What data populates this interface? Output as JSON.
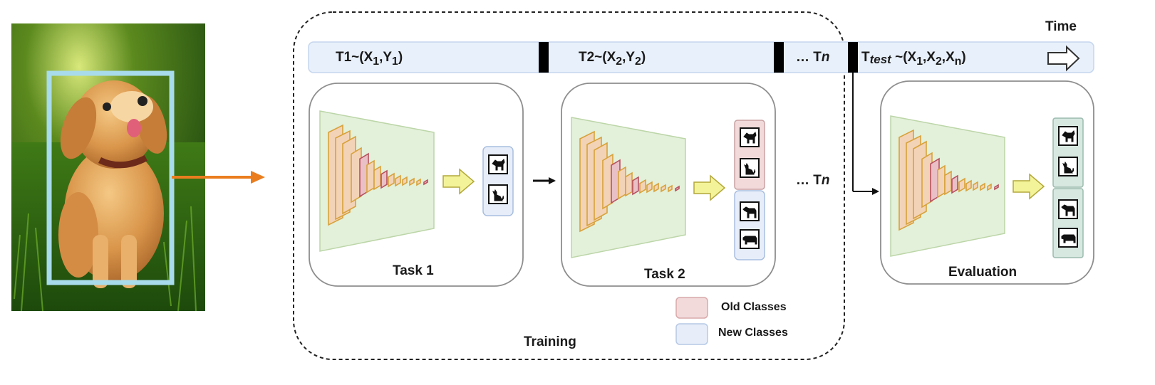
{
  "timeline": {
    "time_label": "Time",
    "t1": {
      "prefix": "T1~(X",
      "s1": "1",
      "mid": ",Y",
      "s2": "1",
      "suffix": ")"
    },
    "t2": {
      "prefix": "T2~(X",
      "s1": "2",
      "mid": ",Y",
      "s2": "2",
      "suffix": ")"
    },
    "tn": {
      "dots": "…",
      "prefix": "T",
      "italic": "n"
    },
    "ttest": {
      "prefix": "T",
      "sub": "test",
      "mid": " ~(X",
      "s1": "1",
      "c1": ",X",
      "s2": "2",
      "c2": ",X",
      "s3": "n",
      "suffix": ")"
    }
  },
  "panels": {
    "task1": "Task 1",
    "task2": "Task 2",
    "evaluation": "Evaluation",
    "between_tasks": {
      "dots": "…",
      "prefix": "T",
      "italic": "n"
    }
  },
  "legend": {
    "old_classes": "Old Classes",
    "new_classes": "New Classes"
  },
  "training_label": "Training",
  "icons": [
    "dog-icon",
    "cat-icon",
    "horse-icon",
    "cow-icon"
  ],
  "colors": {
    "timeline_bar": "#e8f0fb",
    "old_classes": "#f2dadb",
    "new_classes": "#e7eef9",
    "eval_classes": "#d7e8e1",
    "cnn_layer": "#f3d3b7",
    "cnn_trapezoid": "#e3f0da",
    "arrow_fill": "#f3f39a",
    "image_frame": "#a8dbec",
    "orange_arrow": "#ea7e1f"
  }
}
